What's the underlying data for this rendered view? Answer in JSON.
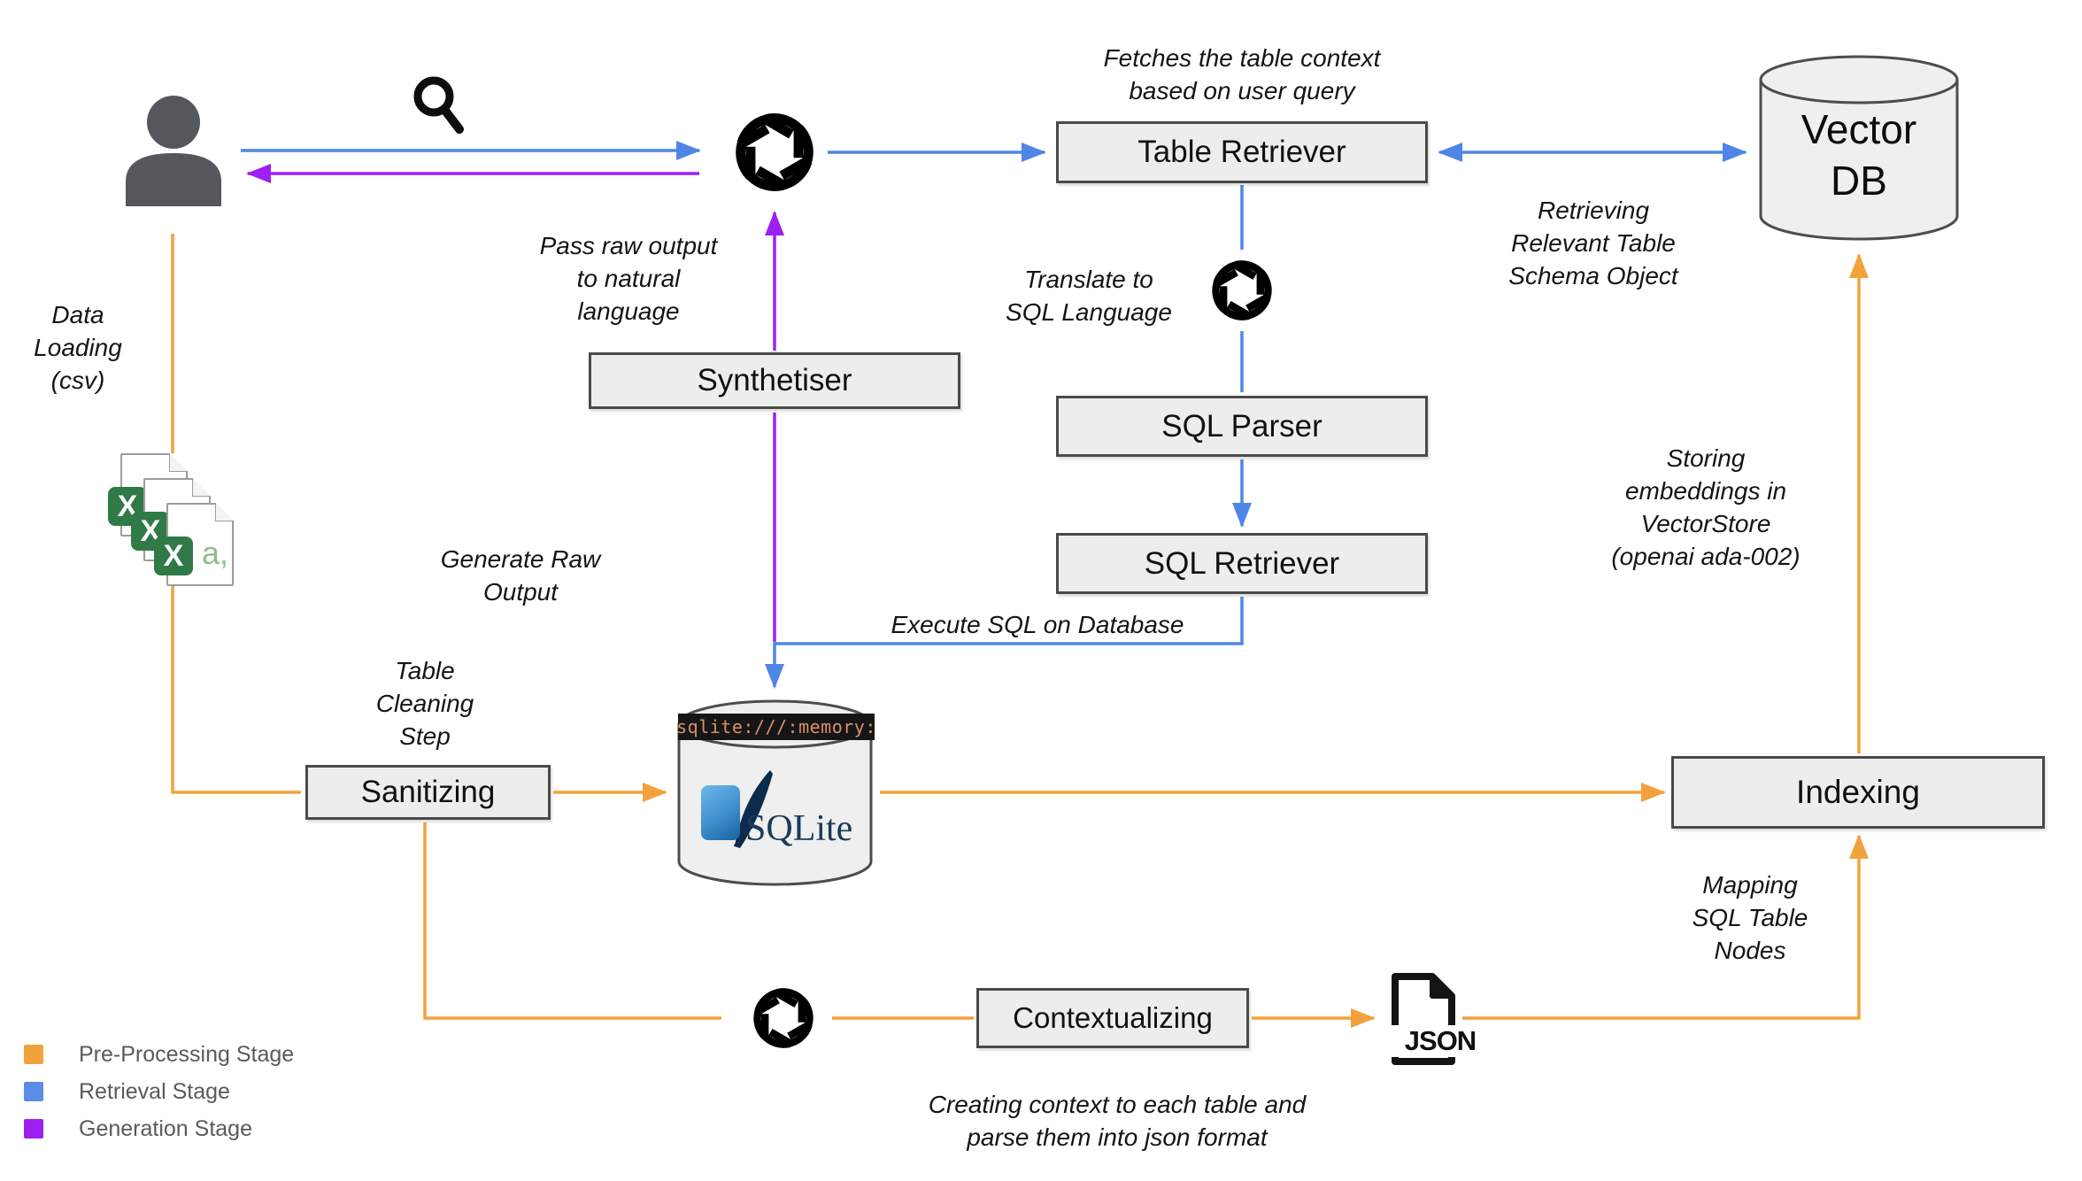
{
  "colors": {
    "preprocessing": "#f2a23c",
    "retrieval": "#4f86e6",
    "generation": "#9d20f2",
    "box_fill": "#ededed",
    "box_border": "#4a4a4a",
    "banner_bg": "#161616",
    "banner_text": "#d98f6c"
  },
  "nodes": {
    "table_retriever": "Table Retriever",
    "synthetiser": "Synthetiser",
    "sql_parser": "SQL Parser",
    "sql_retriever": "SQL Retriever",
    "sanitizing": "Sanitizing",
    "indexing": "Indexing",
    "contextualizing": "Contextualizing",
    "vector_db": "Vector\nDB",
    "sqlite_banner": "sqlite:///:memory:",
    "sqlite_label": "SQLite"
  },
  "annotations": {
    "fetches": "Fetches the table context\nbased on user query",
    "retrieving": "Retrieving\nRelevant Table\nSchema Object",
    "translate": "Translate to\nSQL Language",
    "pass_raw": "Pass raw output\nto natural\nlanguage",
    "generate_raw": "Generate Raw\nOutput",
    "execute_sql": "Execute SQL on Database",
    "storing": "Storing\nembeddings in\nVectorStore\n(openai ada-002)",
    "table_cleaning": "Table\nCleaning\nStep",
    "data_loading": "Data\nLoading\n(csv)",
    "mapping": "Mapping\nSQL Table\nNodes",
    "creating": "Creating context to each table and\nparse them into json format"
  },
  "icons": {
    "json_label": "JSON",
    "excel_x": "X",
    "excel_a": "a,"
  },
  "legend": {
    "items": [
      {
        "label": "Pre-Processing Stage",
        "color": "#f2a23c"
      },
      {
        "label": "Retrieval Stage",
        "color": "#5b8ce6"
      },
      {
        "label": "Generation Stage",
        "color": "#9d20f2"
      }
    ]
  }
}
